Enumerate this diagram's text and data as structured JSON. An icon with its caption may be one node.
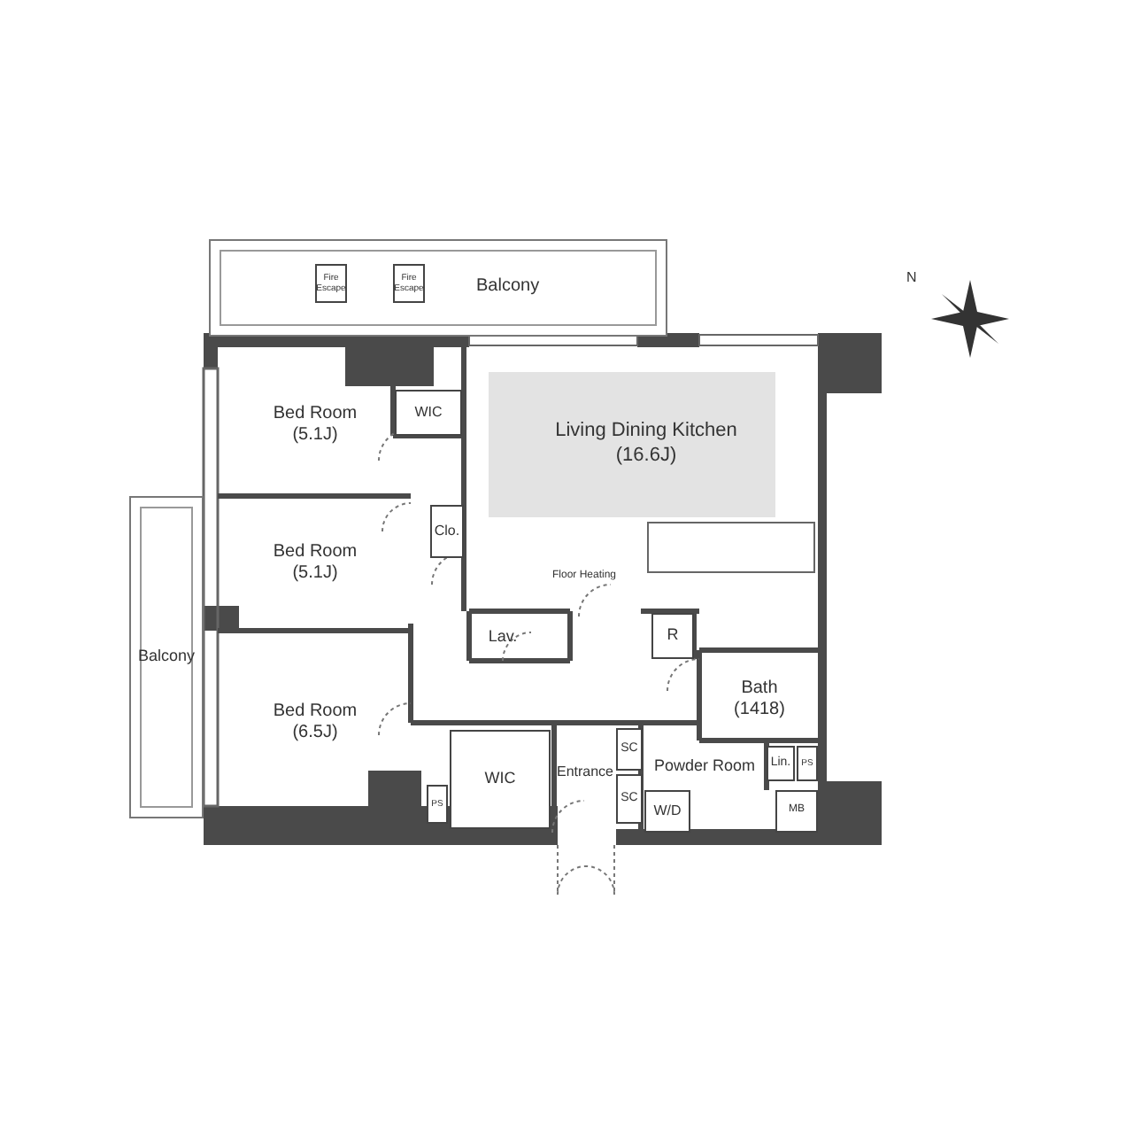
{
  "diagram": {
    "nodes": [
      {
        "text": [
          "Balcony"
        ]
      },
      {
        "text": [
          "Fire Escape"
        ],
        "in": 0
      },
      {
        "text": [
          "Fire Escape"
        ],
        "in": 0
      },
      {
        "text": [
          "Bed Room (5.1J)"
        ]
      },
      {
        "text": [
          "WIC"
        ]
      },
      {
        "text": [
          "Living Dining Kitchen (16.6J)"
        ]
      },
      {
        "text": [
          "Bed Room (5.1J)"
        ]
      },
      {
        "text": [
          "Clo."
        ]
      },
      {
        "text": [
          "Balcony"
        ]
      },
      {
        "text": [
          "Lav."
        ]
      },
      {
        "text": [
          "R"
        ]
      },
      {
        "text": [
          "Bed Room (6.5J)"
        ]
      },
      {
        "text": [
          "Bath (1418)"
        ]
      },
      {
        "text": [
          "WIC"
        ]
      },
      {
        "text": [
          "Entrance"
        ]
      },
      {
        "text": [
          "SC"
        ]
      },
      {
        "text": [
          "Powder Room"
        ]
      },
      {
        "text": [
          "Lin."
        ]
      },
      {
        "text": [
          "PS"
        ]
      },
      {
        "text": [
          "SC"
        ]
      },
      {
        "text": [
          "PS"
        ]
      },
      {
        "text": [
          "W/D"
        ]
      },
      {
        "text": [
          "MB"
        ]
      }
    ],
    "edges": [],
    "labels": [
      "N",
      "Floor Heating"
    ]
  }
}
